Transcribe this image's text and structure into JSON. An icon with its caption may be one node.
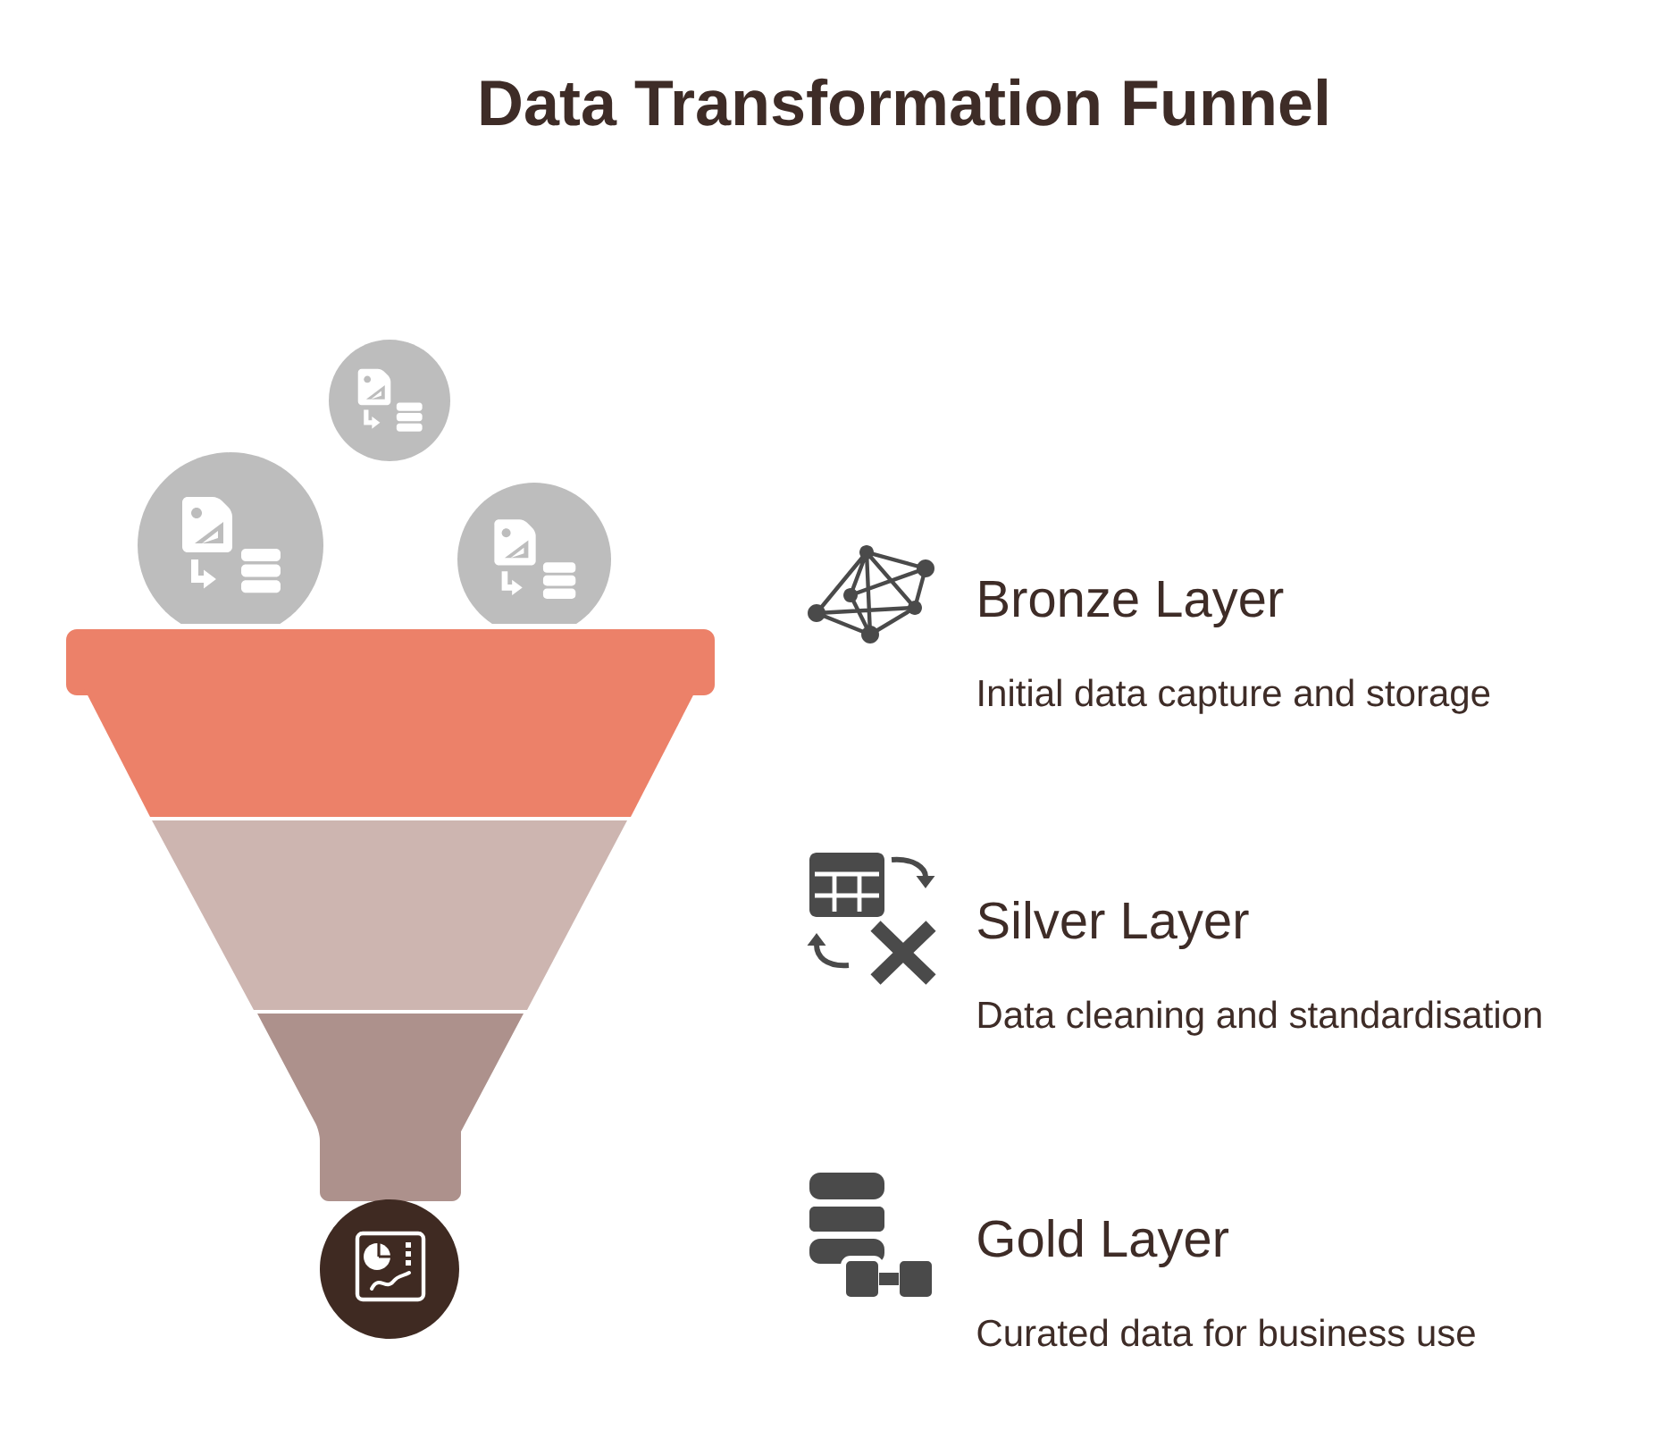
{
  "diagram": {
    "title": "Data Transformation Funnel",
    "nodes": [
      {
        "text": [],
        "shape": "band",
        "beside": [
          "Bronze Layer",
          "Initial data capture and storage"
        ]
      },
      {
        "text": [],
        "shape": "band",
        "beside": [
          "Silver Layer",
          "Data cleaning and standardisation"
        ]
      },
      {
        "text": [],
        "shape": "band",
        "beside": [
          "Gold Layer",
          "Curated data for business use"
        ]
      }
    ]
  }
}
